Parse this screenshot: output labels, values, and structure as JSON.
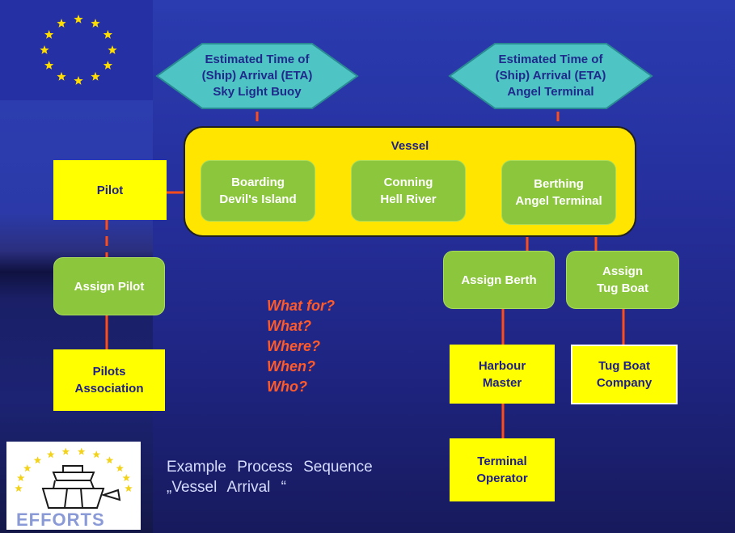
{
  "hexagons": {
    "left": "Estimated Time of\n(Ship) Arrival (ETA)\nSky Light Buoy",
    "right": "Estimated Time of\n(Ship) Arrival (ETA)\nAngel Terminal"
  },
  "vessel": {
    "title": "Vessel",
    "boarding": "Boarding\nDevil's Island",
    "conning": "Conning\nHell River",
    "berthing": "Berthing\nAngel Terminal"
  },
  "left_column": {
    "pilot": "Pilot",
    "assign_pilot": "Assign Pilot",
    "pilots_association": "Pilots\nAssociation"
  },
  "right_column": {
    "assign_berth": "Assign Berth",
    "assign_tug_boat": "Assign\nTug Boat",
    "harbour_master": "Harbour\nMaster",
    "tug_boat_company": "Tug Boat\nCompany",
    "terminal_operator": "Terminal\nOperator"
  },
  "questions": [
    "What for?",
    "What?",
    "Where?",
    "When?",
    "Who?"
  ],
  "caption": {
    "line1": "Example Process Sequence",
    "line2": "„Vessel Arrival “"
  },
  "logo": {
    "text": "EFFORTS"
  },
  "colors": {
    "background": "#2530a4",
    "yellow": "#ffff00",
    "green": "#8cc63c",
    "hexagon": "#4fc4c4",
    "connector": "#ff4d1a",
    "question_text": "#ff5a28",
    "box_text": "#1f1f8a"
  }
}
